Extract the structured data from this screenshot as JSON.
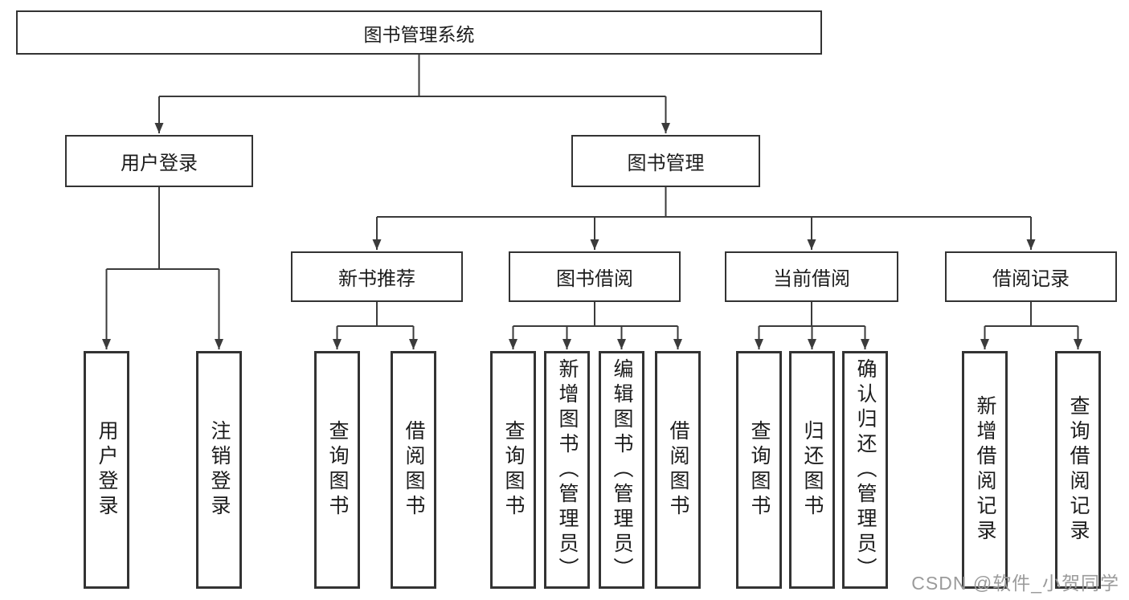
{
  "nodes": {
    "root": "图书管理系统",
    "user_login": "用户登录",
    "book_management": "图书管理",
    "new_book_recommend": "新书推荐",
    "book_borrow": "图书借阅",
    "current_borrow": "当前借阅",
    "borrow_record": "借阅记录"
  },
  "leaves": {
    "user_login": [
      "用户登录",
      "注销登录"
    ],
    "new_book_recommend": [
      "查询图书",
      "借阅图书"
    ],
    "book_borrow": [
      "查询图书",
      "新增图书（管理员）",
      "编辑图书（管理员）",
      "借阅图书"
    ],
    "current_borrow": [
      "查询图书",
      "归还图书",
      "确认归还（管理员）"
    ],
    "borrow_record": [
      "新增借阅记录",
      "查询借阅记录"
    ]
  },
  "watermark": "CSDN @软件_小贺同学",
  "colors": {
    "line": "#3b3b3b",
    "box_border": "#333333",
    "text": "#1c1c1c",
    "watermark": "#9b9b9b",
    "background": "#ffffff"
  }
}
